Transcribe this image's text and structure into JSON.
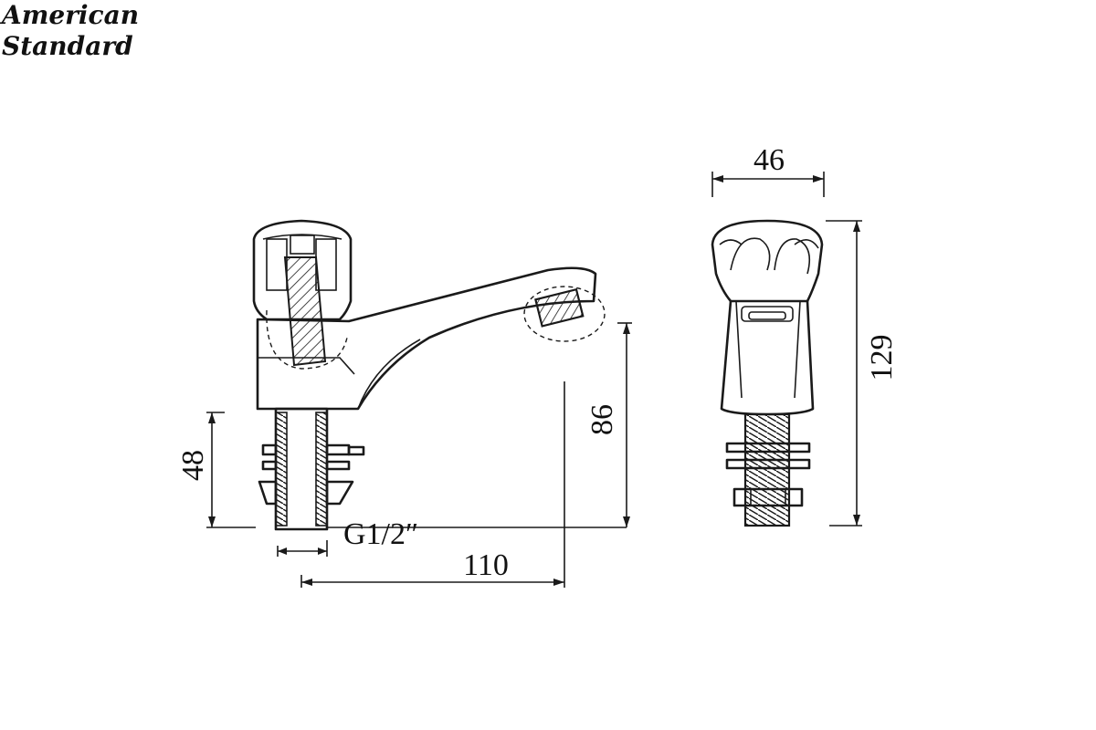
{
  "brand": {
    "line1": "American",
    "line2": "Standard"
  },
  "dimensions": {
    "side_width": "46",
    "side_height": "129",
    "spout_height": "86",
    "thread_length": "48",
    "thread_size": "G1/2″",
    "spout_reach": "110"
  },
  "colors": {
    "line": "#1a1a1a",
    "background": "#ffffff"
  }
}
